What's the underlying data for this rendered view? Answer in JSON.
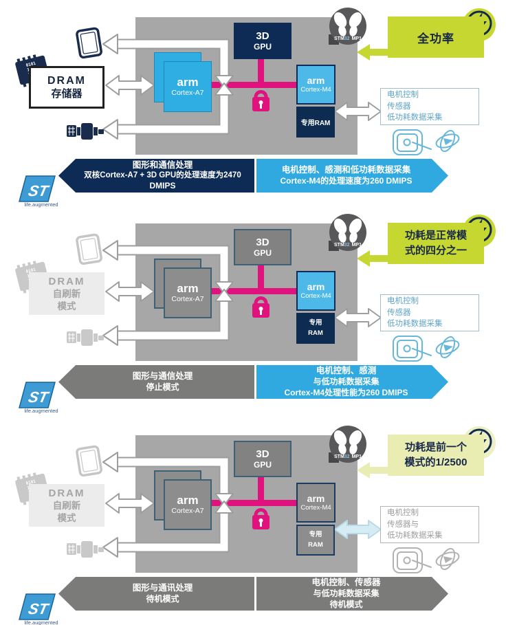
{
  "brand": {
    "logo_text": "ST",
    "tagline": "life.augmented",
    "chip_badge": {
      "prefix": "STM",
      "series": "32",
      "suffix": "MP1"
    }
  },
  "soc_labels": {
    "gpu_line1": "3D",
    "gpu_line2": "GPU",
    "a7_brand": "arm",
    "a7_model": "Cortex-A7",
    "m4_brand": "arm",
    "m4_model": "Cortex-M4"
  },
  "chip_binary": {
    "row1": "0101",
    "row2": "1111",
    "row3": "1010"
  },
  "colors": {
    "st_pink": "#E0127E",
    "navy": "#0E2B56",
    "arm_blue": "#3FB4E6",
    "soc_gray": "#A7A7A7",
    "accent_green": "#C5D730",
    "pale_green": "#EAEDB2",
    "banner_blue": "#2FA9E0",
    "banner_gray": "#7B7B7A"
  },
  "icons": {
    "display": "tablet-display-icon",
    "memory": "dram-chip-icon",
    "usb": "usb-plug-icon",
    "motor": "stepper-motor-icon",
    "gyroscope": "gyroscope-icon",
    "lock": "bus-lock-icon",
    "lightning": "power-lightning-icon",
    "butterfly": "stm32mp1-butterfly-badge"
  },
  "sections": [
    {
      "callout": {
        "line1": "全功率"
      },
      "dram": {
        "line1": "DRAM",
        "line2": "存储器"
      },
      "ram": {
        "line1": "专用RAM"
      },
      "periph": {
        "line1": "电机控制",
        "line2": "传感器",
        "line3": "低功耗数据采集"
      },
      "banner_left": {
        "line1": "图形和通信处理",
        "line2": "双核Cortex-A7 + 3D GPU的处理速度为2470",
        "line3": "DMIPS"
      },
      "banner_right": {
        "line1": "电机控制、感测和低功耗数据采集",
        "line2": "Cortex-M4的处理速度为260 DMIPS"
      }
    },
    {
      "callout": {
        "line1": "功耗是正常模",
        "line2": "式的四分之一"
      },
      "dram": {
        "line1": "DRAM",
        "line2": "自刷新",
        "line3": "模式"
      },
      "ram": {
        "line1": "专用",
        "line2": "RAM"
      },
      "periph": {
        "line1": "电机控制",
        "line2": "传感器",
        "line3": "低功耗数据采集"
      },
      "banner_left": {
        "line1": "图形与通信处理",
        "line2": "停止模式"
      },
      "banner_right": {
        "line1": "电机控制、感测",
        "line2": "与低功耗数据采集",
        "line3": "Cortex-M4处理性能为260 DMIPS"
      }
    },
    {
      "callout": {
        "line1": "功耗是前一个",
        "line2": "模式的1/2500"
      },
      "dram": {
        "line1": "DRAM",
        "line2": "自刷新",
        "line3": "模式"
      },
      "ram": {
        "line1": "专用",
        "line2": "RAM"
      },
      "periph": {
        "line1": "电机控制",
        "line2": "传感器与",
        "line3": "低功耗数据采集"
      },
      "banner_left": {
        "line1": "图形与通讯处理",
        "line2": "待机模式"
      },
      "banner_right": {
        "line1": "电机控制、传感器",
        "line2": "与低功耗数据采集",
        "line3": "待机模式"
      }
    }
  ]
}
